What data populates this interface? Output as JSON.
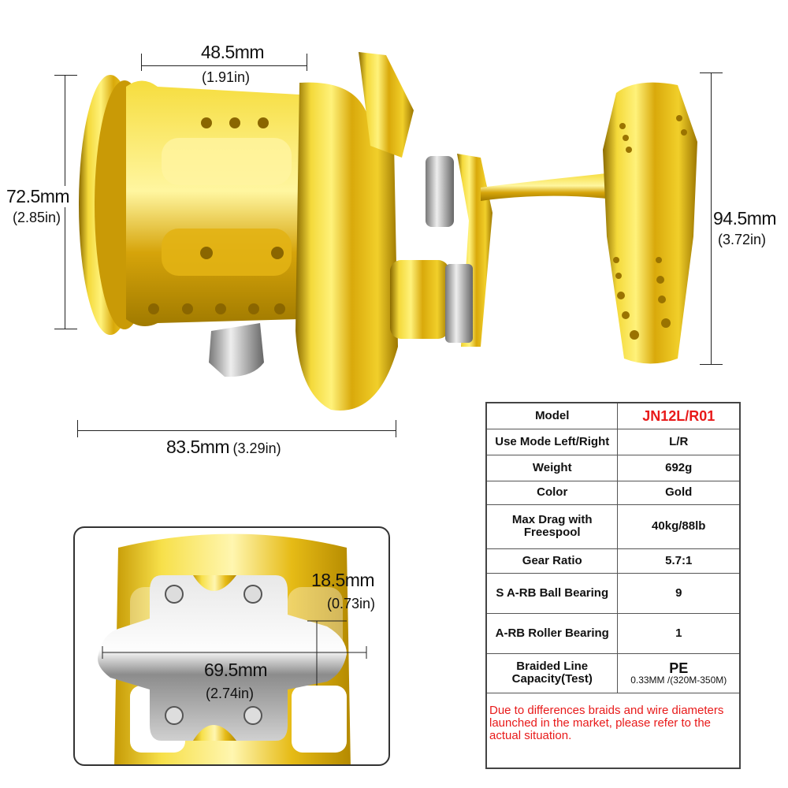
{
  "dimensions": {
    "spool_width": {
      "mm": "48.5mm",
      "in": "(1.91in)"
    },
    "reel_height": {
      "mm": "72.5mm",
      "in": "(2.85in)"
    },
    "handle_height": {
      "mm": "94.5mm",
      "in": "(3.72in)"
    },
    "reel_length": {
      "mm": "83.5mm",
      "in": "(3.29in)"
    },
    "clamp_length": {
      "mm": "69.5mm",
      "in": "(2.74in)"
    },
    "clamp_width": {
      "mm": "18.5mm",
      "in": "(0.73in)"
    }
  },
  "specs": {
    "rows": [
      {
        "label": "Model",
        "value": "JN12L/R01"
      },
      {
        "label": "Use Mode Left/Right",
        "value": "L/R"
      },
      {
        "label": "Weight",
        "value": "692g"
      },
      {
        "label": "Color",
        "value": "Gold"
      },
      {
        "label": "Max Drag with Freespool",
        "value": "40kg/88lb"
      },
      {
        "label": "Gear Ratio",
        "value": "5.7:1"
      },
      {
        "label": "S A-RB Ball Bearing",
        "value": "9"
      },
      {
        "label": "A-RB Roller Bearing",
        "value": "1"
      },
      {
        "label": "Braided Line Capacity(Test)",
        "value": "PE",
        "subvalue": "0.33MM /(320M-350M)"
      }
    ],
    "note": "Due to differences braids and wire diameters launched in the market, please refer to the actual situation."
  },
  "colors": {
    "gold": "#e8c21a",
    "gold_dark": "#a27c00",
    "silver": "#c8c8c8",
    "accent_red": "#e81a1a"
  }
}
